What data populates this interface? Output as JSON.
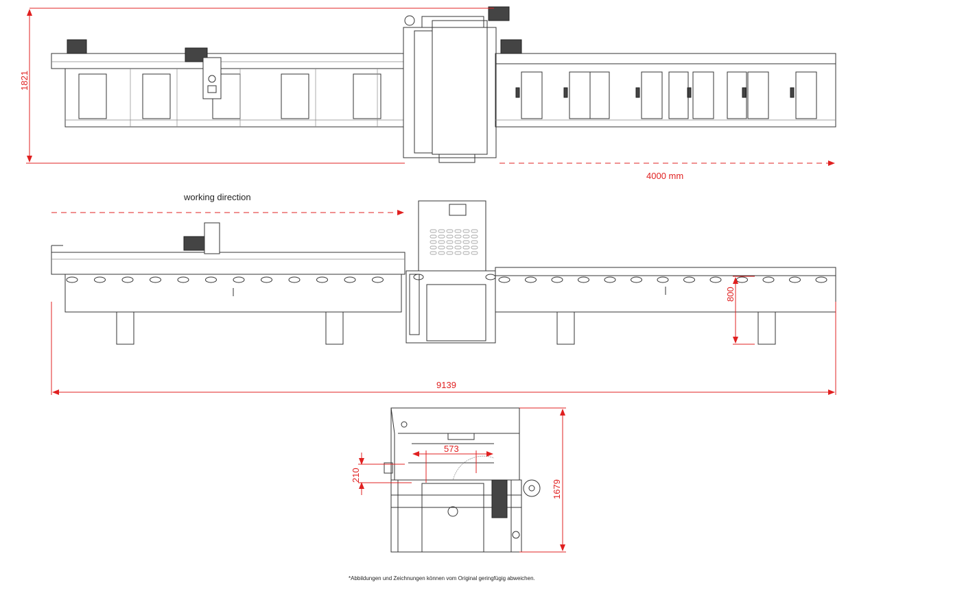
{
  "top_view": {
    "height_dim": "1821",
    "length_dim": "4000 mm"
  },
  "side_view": {
    "direction_label": "working direction",
    "table_height_dim": "800",
    "total_length_dim": "9139"
  },
  "front_view": {
    "width_dim": "573",
    "cut_height_dim": "210",
    "height_dim": "1679"
  },
  "footnote": "*Abbildungen und Zeichnungen können vom Original geringfügig abweichen.",
  "colors": {
    "dimension": "#e02020",
    "lines": "#333333"
  }
}
